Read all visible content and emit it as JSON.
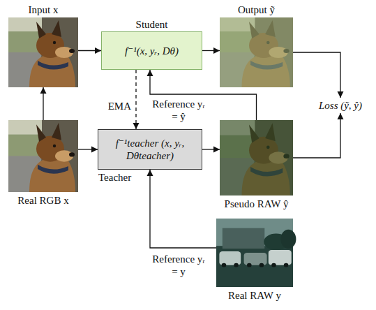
{
  "diagram": {
    "nodes": [
      {
        "text": [
          "Input x"
        ]
      },
      {
        "text": [
          "Student",
          "f⁻¹(x, yᵣ, Dθ)"
        ]
      },
      {
        "text": [
          "Output ỹ"
        ]
      },
      {
        "text": [
          "Loss (ỹ, ŷ)"
        ]
      },
      {
        "text": [
          "Real RGB x"
        ]
      },
      {
        "text": [
          "Teacher",
          "f⁻¹teacher (x, yᵣ, Dθteacher)"
        ]
      },
      {
        "text": [
          "Pseudo RAW ŷ"
        ]
      },
      {
        "text": [
          "Real RAW y"
        ]
      }
    ],
    "edges": [
      {
        "from": 0,
        "to": 1,
        "arrow": "to"
      },
      {
        "from": 1,
        "to": 2,
        "arrow": "to"
      },
      {
        "from": 2,
        "to": 3,
        "arrow": "to"
      },
      {
        "from": 4,
        "to": 0,
        "arrow": "to"
      },
      {
        "from": 4,
        "to": 5,
        "arrow": "to"
      },
      {
        "from": 1,
        "to": 5,
        "label": "EMA",
        "arrow": "to"
      },
      {
        "from": 6,
        "to": 1,
        "label": "Reference yᵣ = ŷ",
        "arrow": "to"
      },
      {
        "from": 5,
        "to": 6,
        "arrow": "to"
      },
      {
        "from": 6,
        "to": 3,
        "arrow": "to"
      },
      {
        "from": 7,
        "to": 5,
        "label": "Reference yᵣ = y",
        "arrow": "to"
      }
    ]
  }
}
